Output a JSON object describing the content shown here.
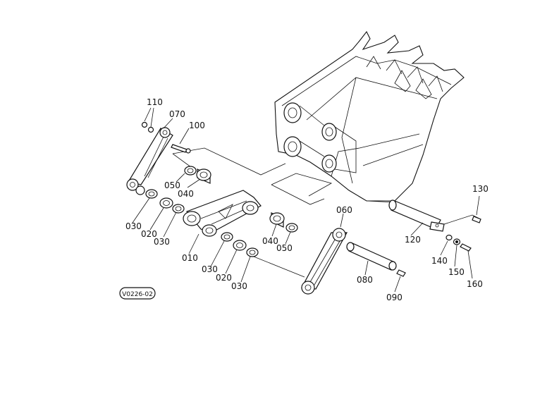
{
  "diagram": {
    "ref_code": "V0226-02",
    "labels": {
      "p010": "010",
      "p020a": "020",
      "p020b": "020",
      "p030a": "030",
      "p030b": "030",
      "p030c": "030",
      "p030d": "030",
      "p040a": "040",
      "p040b": "040",
      "p050a": "050",
      "p050b": "050",
      "p060": "060",
      "p070": "070",
      "p080": "080",
      "p090": "090",
      "p100": "100",
      "p110": "110",
      "p120": "120",
      "p130": "130",
      "p140": "140",
      "p150": "150",
      "p160": "160"
    }
  }
}
